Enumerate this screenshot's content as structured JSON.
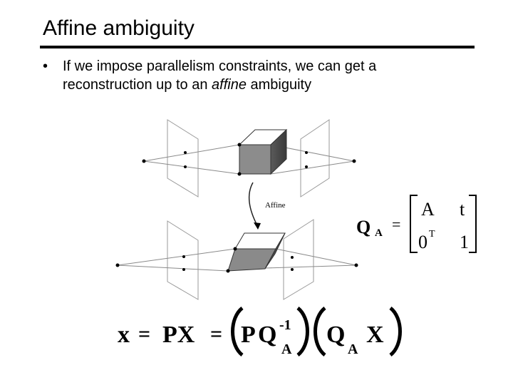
{
  "slide": {
    "title": "Affine ambiguity",
    "bullet": {
      "marker": "•",
      "text_before": "If we impose parallelism constraints, we can get a reconstruction up to an ",
      "text_emphasis": "affine",
      "text_after": " ambiguity"
    }
  },
  "figure": {
    "arrow_label": "Affine"
  },
  "matrix_equation": {
    "lhs_symbol": "Q",
    "lhs_subscript": "A",
    "equals": "=",
    "cells": [
      [
        "A",
        "t"
      ],
      [
        "0",
        "1"
      ]
    ],
    "zero_superscript": "T"
  },
  "projection_equation": {
    "x": "x",
    "eq1": "=",
    "PX": "PX",
    "eq2": "=",
    "P": "P",
    "Q1": "Q",
    "Q1_sup": "-1",
    "Q1_sub": "A",
    "Q2": "Q",
    "Q2_sub": "A",
    "X": "X"
  }
}
